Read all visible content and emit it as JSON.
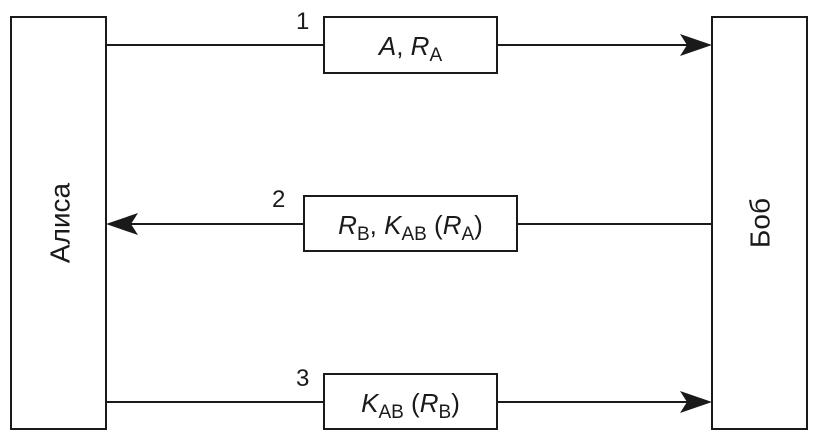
{
  "actors": {
    "left": {
      "name": "Алиса"
    },
    "right": {
      "name": "Боб"
    }
  },
  "messages": [
    {
      "step": "1",
      "direction": "right",
      "parts": [
        {
          "text": "A",
          "italic": true
        },
        {
          "text": ", ",
          "italic": false
        },
        {
          "text": "R",
          "italic": true
        },
        {
          "text": "A",
          "sub": true
        }
      ]
    },
    {
      "step": "2",
      "direction": "left",
      "parts": [
        {
          "text": "R",
          "italic": true
        },
        {
          "text": "B",
          "sub": true
        },
        {
          "text": ", ",
          "italic": false
        },
        {
          "text": "K",
          "italic": true
        },
        {
          "text": "AB",
          "sub": true
        },
        {
          "text": " (",
          "italic": false
        },
        {
          "text": "R",
          "italic": true
        },
        {
          "text": "A",
          "sub": true
        },
        {
          "text": ")",
          "italic": false
        }
      ]
    },
    {
      "step": "3",
      "direction": "right",
      "parts": [
        {
          "text": "K",
          "italic": true
        },
        {
          "text": "AB",
          "sub": true
        },
        {
          "text": " (",
          "italic": false
        },
        {
          "text": "R",
          "italic": true
        },
        {
          "text": "B",
          "sub": true
        },
        {
          "text": ")",
          "italic": false
        }
      ]
    }
  ]
}
